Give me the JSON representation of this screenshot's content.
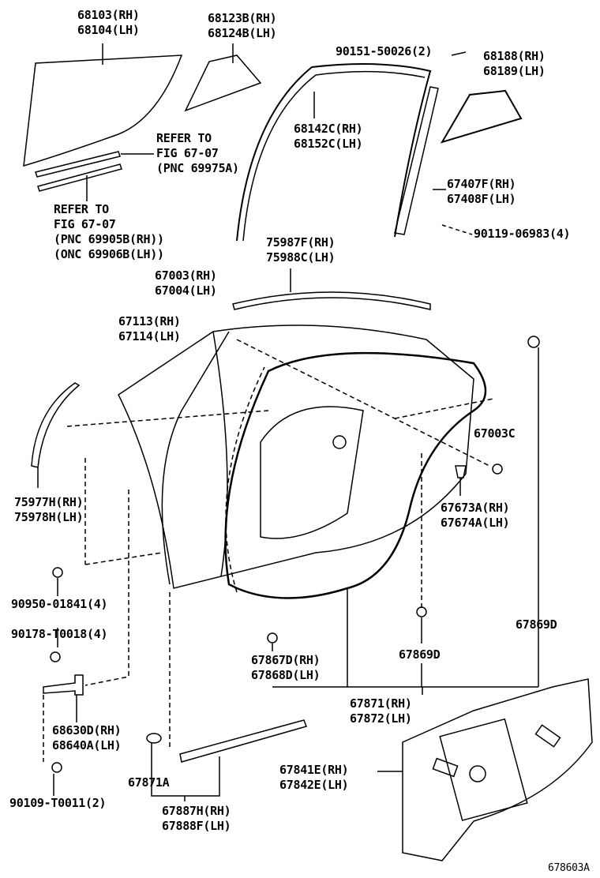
{
  "labels": {
    "glass_main": [
      "68103(RH)",
      "68104(LH)"
    ],
    "glass_quarter": [
      "68123B(RH)",
      "68124B(LH)"
    ],
    "screw_top": "90151-50026(2)",
    "quarter_glass_rear": [
      "68188(RH)",
      "68189(LH)"
    ],
    "refer_a": [
      "REFER TO",
      "FIG 67-07",
      "(PNC 69975A)"
    ],
    "run_channel": [
      "68142C(RH)",
      "68152C(LH)"
    ],
    "division_bar": [
      "67407F(RH)",
      "67408F(LH)"
    ],
    "refer_b": [
      "REFER TO",
      "FIG 67-07",
      "(PNC 69905B(RH))",
      "(ONC 69906B(LH))"
    ],
    "bolt_right": "90119-06983(4)",
    "frame_mould": [
      "75987F(RH)",
      "75988C(LH)"
    ],
    "door_panel": [
      "67003(RH)",
      "67004(LH)"
    ],
    "door_hinge": [
      "67113(RH)",
      "67114(LH)"
    ],
    "clip_67003c": "67003C",
    "pillar_mould": [
      "75977H(RH)",
      "75978H(LH)"
    ],
    "cap": [
      "67673A(RH)",
      "67674A(LH)"
    ],
    "bolt_left": "90950-01841(4)",
    "weatherstrip_right": "67869D",
    "bolt_check": "90178-T0018(4)",
    "clip_bottom": [
      "67867D(RH)",
      "67868D(LH)"
    ],
    "clip_67869d": "67869D",
    "check_assy": [
      "68630D(RH)",
      "68640A(LH)"
    ],
    "weatherstrip": [
      "67871(RH)",
      "67872(LH)"
    ],
    "clip_67871a": "67871A",
    "service_hole_cover": [
      "67841E(RH)",
      "67842E(LH)"
    ],
    "bolt_bottom": "90109-T0011(2)",
    "lower_weatherstrip": [
      "67887H(RH)",
      "67888F(LH)"
    ],
    "figure_id": "678603A"
  }
}
